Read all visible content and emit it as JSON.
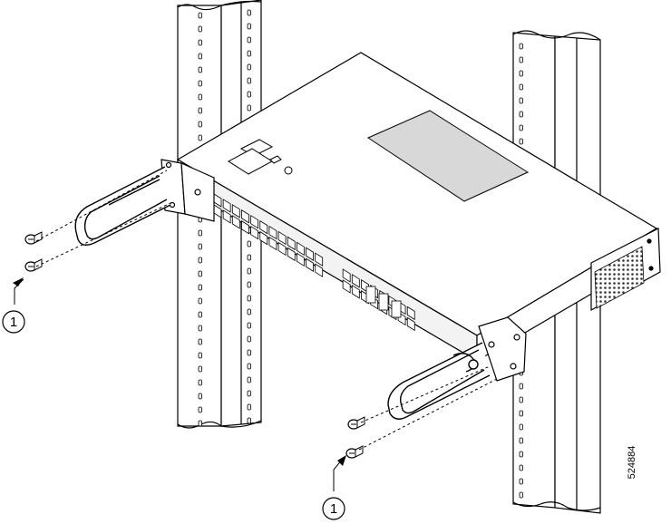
{
  "figure": {
    "figure_id": "524884",
    "callouts": [
      {
        "label": "1"
      },
      {
        "label": "1"
      }
    ]
  },
  "colors": {
    "line": "#000000",
    "background": "#ffffff",
    "panel_gray": "#d8d8d8",
    "vent": "#333333"
  }
}
